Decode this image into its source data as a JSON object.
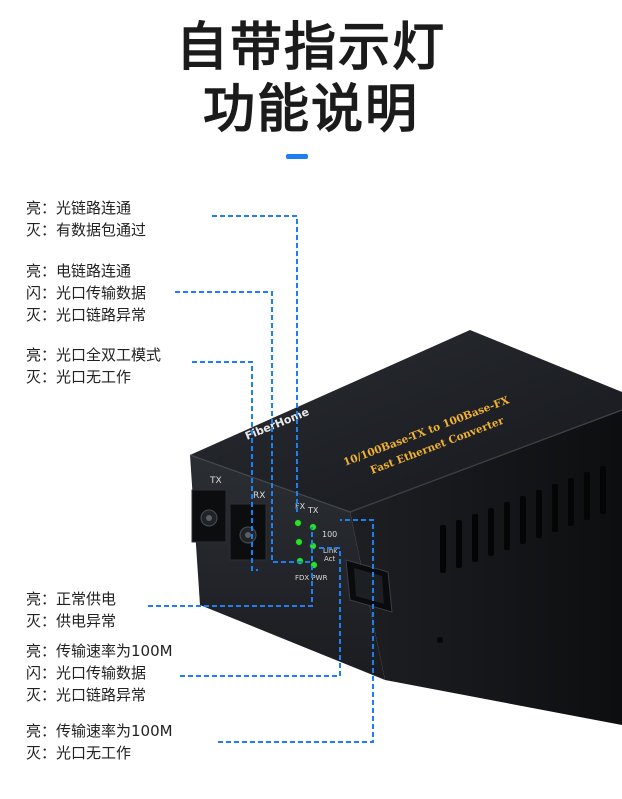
{
  "title": {
    "line1": "自带指示灯",
    "line2": "功能说明"
  },
  "accent_color": "#1e7ff0",
  "groups": [
    {
      "lines": [
        "亮：光链路连通",
        "灭：有数据包通过"
      ]
    },
    {
      "lines": [
        "亮：电链路连通",
        "闪：光口传输数据",
        "灭：光口链路异常"
      ]
    },
    {
      "lines": [
        "亮：光口全双工模式",
        "灭：光口无工作"
      ]
    },
    {
      "lines": [
        "亮：正常供电",
        "灭：供电异常"
      ]
    },
    {
      "lines": [
        "亮：传输速率为100M",
        "闪：光口传输数据",
        "灭：光口链路异常"
      ]
    },
    {
      "lines": [
        "亮：传输速率为100M",
        "灭：光口无工作"
      ]
    }
  ],
  "device": {
    "brand": "FiberHome",
    "model_line1": "10/100Base-TX to 100Base-FX",
    "model_line2": "Fast Ethernet Converter",
    "port_tx": "TX",
    "port_rx": "RX",
    "led_fx": "FX",
    "led_tx": "TX",
    "led_100": "100",
    "led_link": "Link",
    "led_act": "Act",
    "led_fdx_pwr": "FDX PWR",
    "led_color": "#2ee02e",
    "model_text_color": "#f2b233"
  }
}
